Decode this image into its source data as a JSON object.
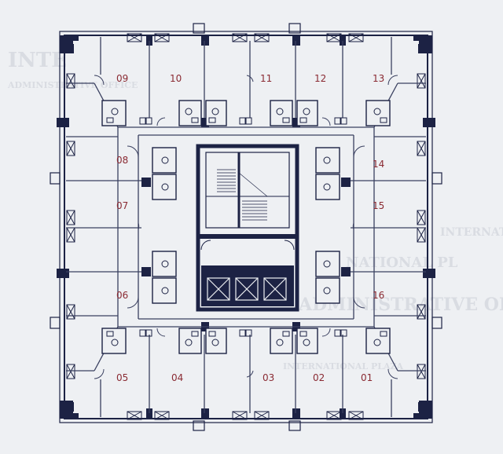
{
  "colors": {
    "background": "#eef0f3",
    "wall": "#1c2244",
    "thin_wall": "#3a4060",
    "unit_number": "#8a2a32",
    "watermark": "#d9dce2"
  },
  "units": [
    {
      "id": "u09",
      "label": "09"
    },
    {
      "id": "u10",
      "label": "10"
    },
    {
      "id": "u11",
      "label": "11"
    },
    {
      "id": "u12",
      "label": "12"
    },
    {
      "id": "u13",
      "label": "13"
    },
    {
      "id": "u08",
      "label": "08"
    },
    {
      "id": "u14",
      "label": "14"
    },
    {
      "id": "u07",
      "label": "07"
    },
    {
      "id": "u15",
      "label": "15"
    },
    {
      "id": "u06",
      "label": "06"
    },
    {
      "id": "u16",
      "label": "16"
    },
    {
      "id": "u05",
      "label": "05"
    },
    {
      "id": "u04",
      "label": "04"
    },
    {
      "id": "u03",
      "label": "03"
    },
    {
      "id": "u02",
      "label": "02"
    },
    {
      "id": "u01",
      "label": "01"
    }
  ],
  "watermark": {
    "line1": "INTERNATIONAL PLAZA",
    "line2": "ADMINISTRATIVE OFFICE",
    "line3": "INTE",
    "line4": "NATIONAL PL"
  }
}
